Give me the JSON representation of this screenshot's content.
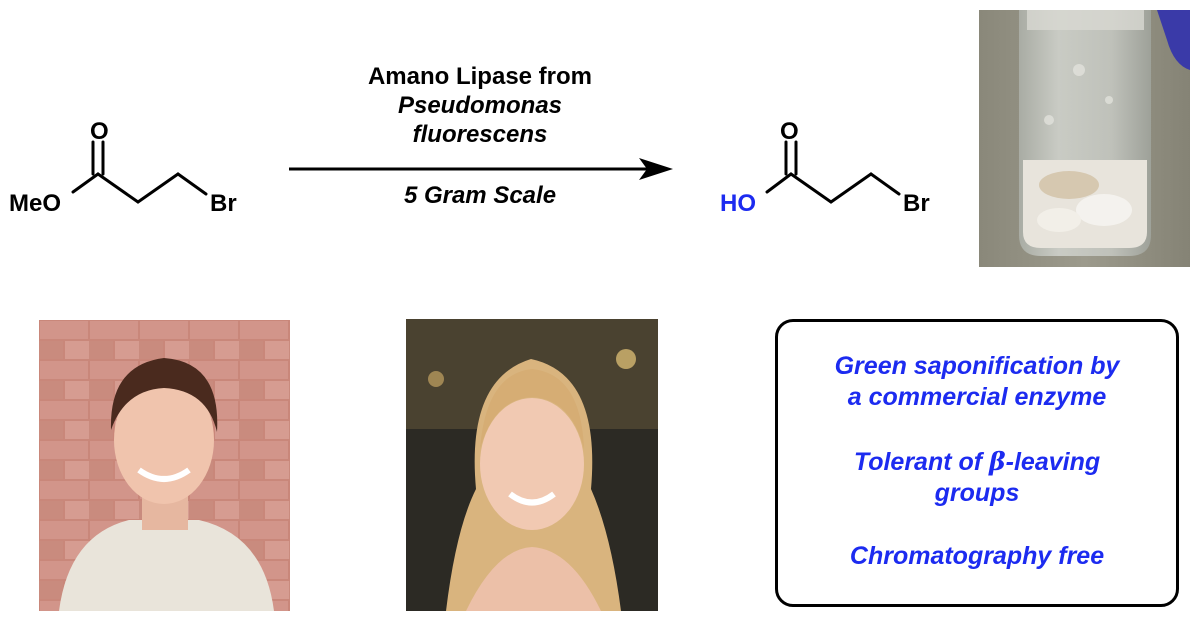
{
  "reaction": {
    "reactant": {
      "ester_label": "MeO",
      "carbonyl_o": "O",
      "halogen": "Br"
    },
    "product": {
      "acid_label": "HO",
      "carbonyl_o": "O",
      "halogen": "Br"
    },
    "conditions": {
      "line1": "Amano Lipase from",
      "line2": "Pseudomonas",
      "line3": "fluorescens",
      "scale": "5 Gram Scale"
    }
  },
  "highlights": {
    "item1_line1": "Green saponification by",
    "item1_line2": "a commercial enzyme",
    "item2_pre": "Tolerant of ",
    "item2_symbol": "β",
    "item2_post": "-leaving",
    "item2_line2": "groups",
    "item3": "Chromatography free"
  },
  "colors": {
    "highlight_text": "#1c2bf0",
    "product_oh": "#1c2bf0",
    "structure": "#000000"
  }
}
